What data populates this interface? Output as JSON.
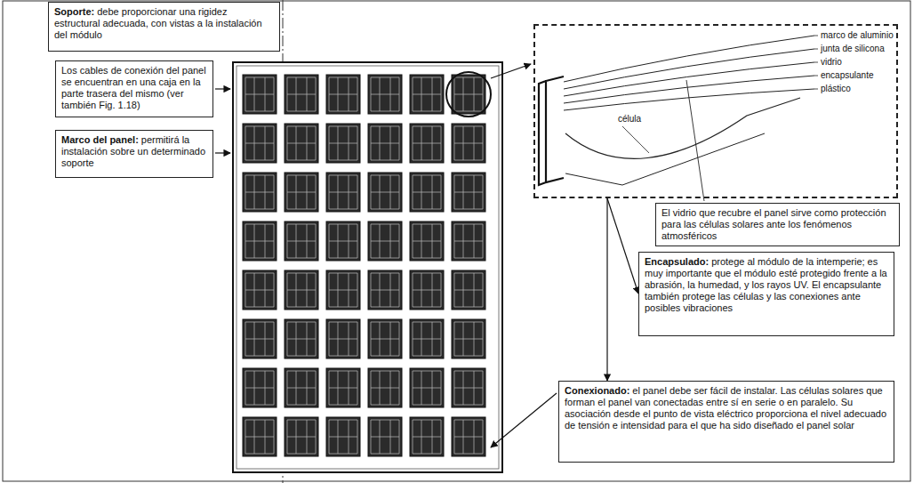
{
  "diagram": {
    "nodes": [
      {
        "text": [
          "Soporte:",
          "debe proporcionar una rigidez estructural adecuada, con vistas a la instalación del módulo"
        ]
      },
      {
        "text": [
          "Los cables de conexión del panel se encuentran en una caja en la parte trasera del mismo (ver también Fig. 1.18)"
        ]
      },
      {
        "text": [
          "Marco del panel:",
          "permitirá la instalación sobre un determinado soporte"
        ]
      },
      {
        "text": [
          "marco de aluminio",
          "junta de silicona",
          "vidrio",
          "encapsulante",
          "plástico",
          "célula"
        ]
      },
      {
        "text": [
          "El vidrio que recubre el panel sirve como protección para las células solares ante los fenómenos atmosféricos"
        ]
      },
      {
        "text": [
          "Encapsulado:",
          "protege al módulo de la intemperie; es muy importante que el módulo esté protegido frente a la abrasión, la humedad, y los rayos UV. El encapsulante también protege las células y las conexiones ante posibles vibraciones"
        ]
      },
      {
        "text": [
          "Conexionado:",
          "el panel debe ser fácil de instalar. Las células solares que forman el panel van conectadas entre sí en serie o en paralelo. Su asociación desde el punto de vista eléctrico proporciona el nivel adecuado de tensión e intensidad para el que ha sido diseñado el panel solar"
        ]
      }
    ],
    "edges": [
      {
        "from": 3,
        "to": 5,
        "arrow": "to"
      },
      {
        "from": 3,
        "to": 6,
        "arrow": "to"
      }
    ]
  }
}
